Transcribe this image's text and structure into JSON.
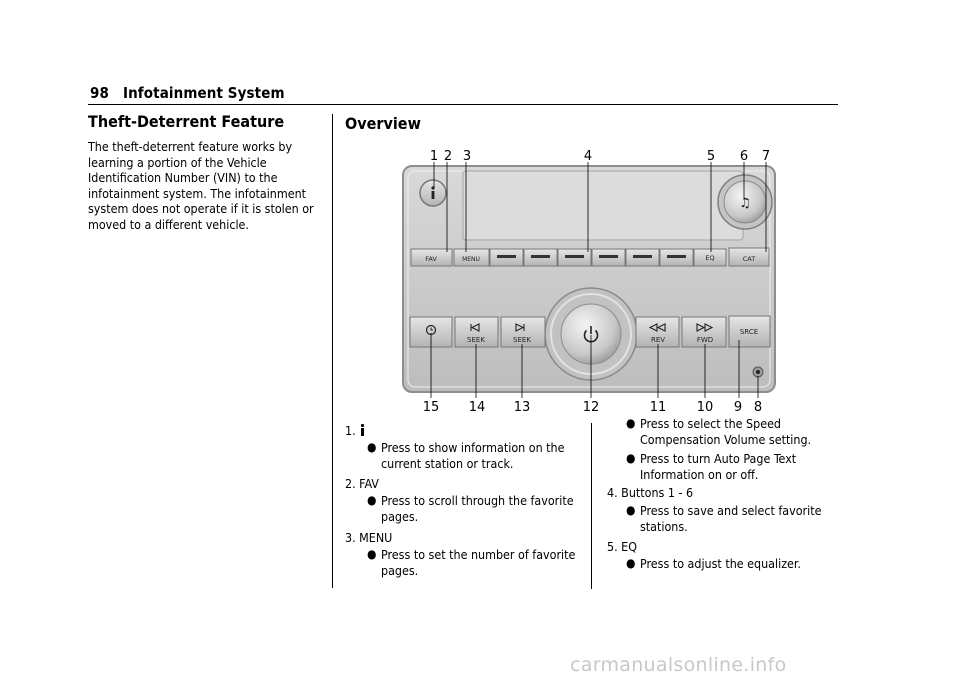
{
  "page": {
    "number": "98",
    "section": "Infotainment System"
  },
  "left": {
    "title": "Theft-Deterrent Feature",
    "paragraph": "The theft-deterrent feature works by learning a portion of the Vehicle Identification Number (VIN) to the infotainment system. The infotainment system does not operate if it is stolen or moved to a different vehicle.",
    "lines": [
      "The theft-deterrent feature works by",
      "learning a portion of the Vehicle",
      "Identification Number (VIN) to the",
      "infotainment system. The infotainment",
      "system does not operate if it is stolen or",
      "moved to a different vehicle."
    ]
  },
  "right": {
    "title": "Overview"
  },
  "diagram": {
    "top_callouts": [
      "1",
      "2",
      "3",
      "4",
      "5",
      "6",
      "7"
    ],
    "bottom_callouts": [
      "15",
      "14",
      "13",
      "12",
      "11",
      "10",
      "9",
      "8"
    ],
    "button_labels": {
      "fav": "FAV",
      "menu": "MENU",
      "eq": "EQ",
      "cat": "CAT",
      "seek": "SEEK",
      "rev": "REV",
      "fwd": "FWD",
      "srce": "SRCE"
    }
  },
  "list": {
    "item1_label": "1.",
    "item1_bullet1_l1": "Press to show information on the",
    "item1_bullet1_l2": "current station or track.",
    "item2_label": "2.  FAV",
    "item2_bullet1_l1": "Press to scroll through the favorite",
    "item2_bullet1_l2": "pages.",
    "item3_label": "3.  MENU",
    "item3_bullet1_l1": "Press to set the number of favorite",
    "item3_bullet1_l2": "pages.",
    "item3_bullet2_l1": "Press to select the Speed",
    "item3_bullet2_l2": "Compensation Volume setting.",
    "item3_bullet3_l1": "Press to turn Auto Page Text",
    "item3_bullet3_l2": "Information on or off.",
    "item4_label": "4.  Buttons 1 - 6",
    "item4_bullet1_l1": "Press to save and select favorite",
    "item4_bullet1_l2": "stations.",
    "item5_label": "5.  EQ",
    "item5_bullet1_l1": "Press to adjust the equalizer."
  },
  "bullet_symbol": "●",
  "watermark": "carmanualsonline.info"
}
